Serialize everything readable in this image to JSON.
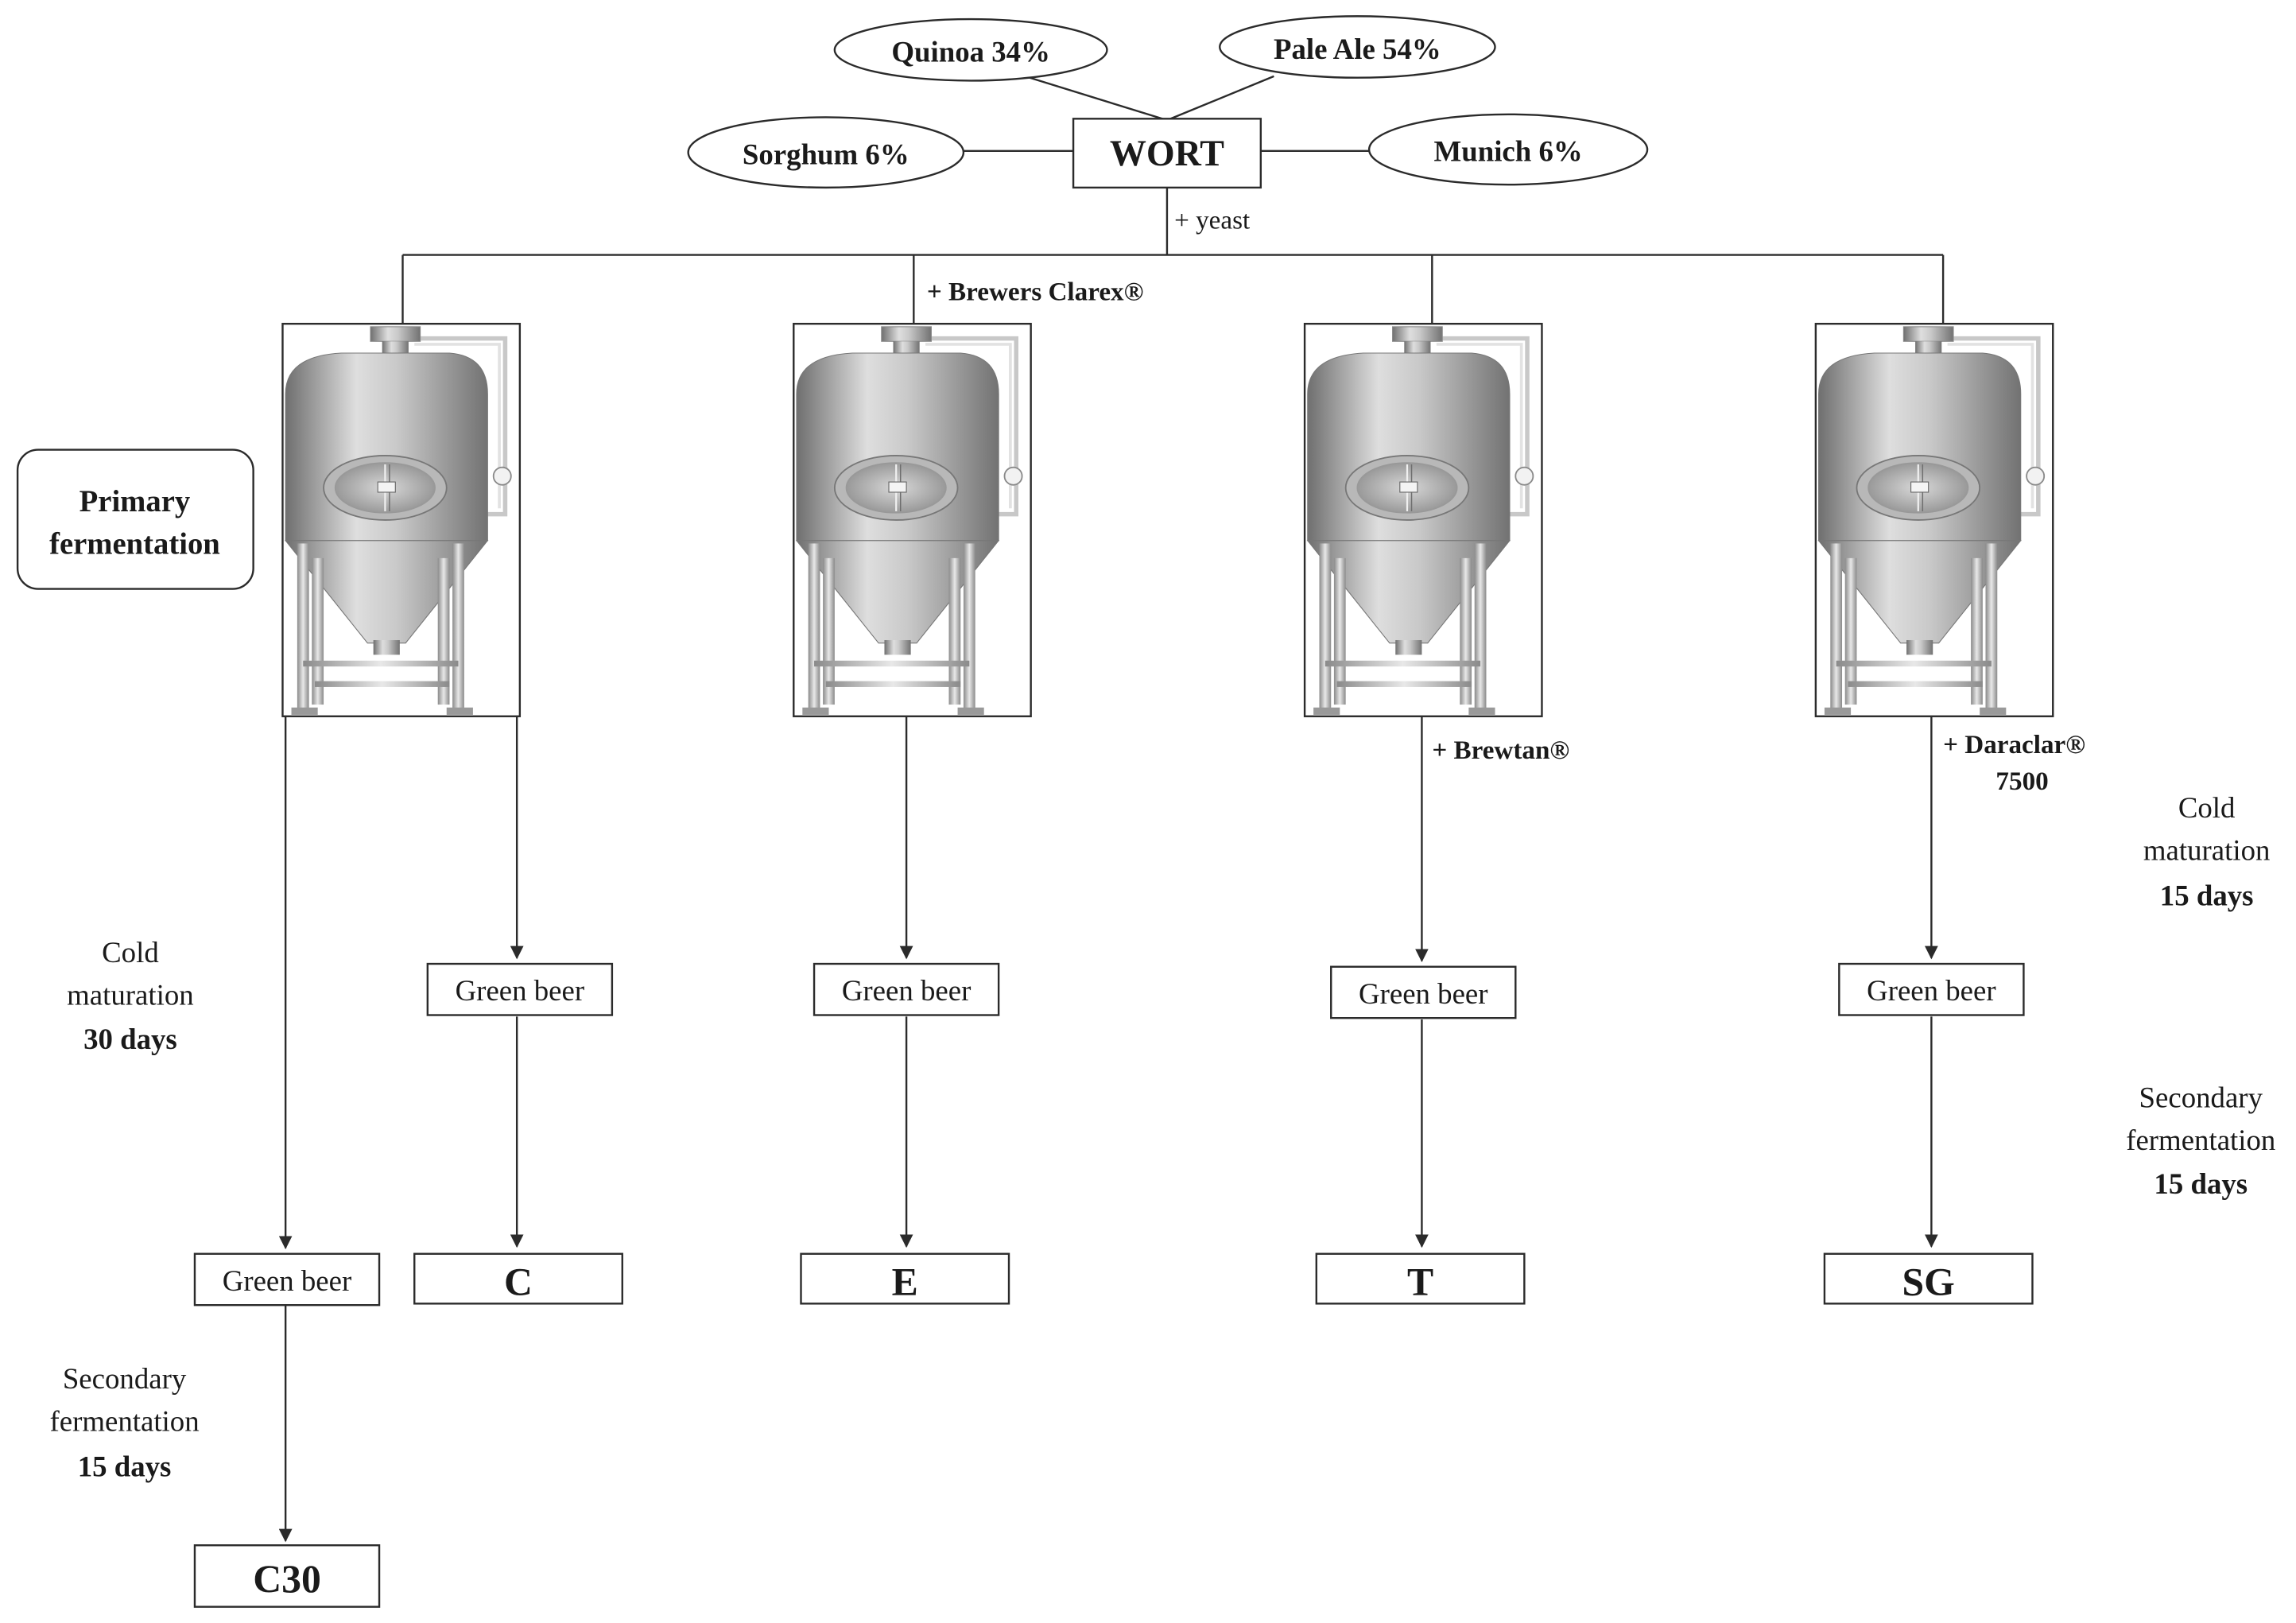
{
  "ingredients": {
    "quinoa": "Quinoa  34%",
    "pale_ale": "Pale Ale 54%",
    "sorghum": "Sorghum  6%",
    "munich": "Munich  6%"
  },
  "wort": "WORT",
  "yeast_label": "+ yeast",
  "primary_fermentation": [
    "Primary",
    "fermentation"
  ],
  "additions": {
    "brewers_clarex": "+ Brewers Clarex®",
    "brewtan": "+ Brewtan®",
    "daraclar": [
      "+ Daraclar®",
      "7500"
    ]
  },
  "green_beer": "Green beer",
  "cold_maturation_30": [
    "Cold",
    "maturation",
    "30 days"
  ],
  "secondary_left": [
    "Secondary",
    "fermentation",
    "15 days"
  ],
  "cold_maturation_15": [
    "Cold",
    "maturation",
    "15 days"
  ],
  "secondary_right": [
    "Secondary",
    "fermentation",
    "15 days"
  ],
  "outputs": {
    "c30": "C30",
    "c": "C",
    "e": "E",
    "t": "T",
    "sg": "SG"
  },
  "colors": {
    "line": "#2b2b2b",
    "tank_light": "#e6e6e6",
    "tank_dark": "#7a7a7a"
  }
}
